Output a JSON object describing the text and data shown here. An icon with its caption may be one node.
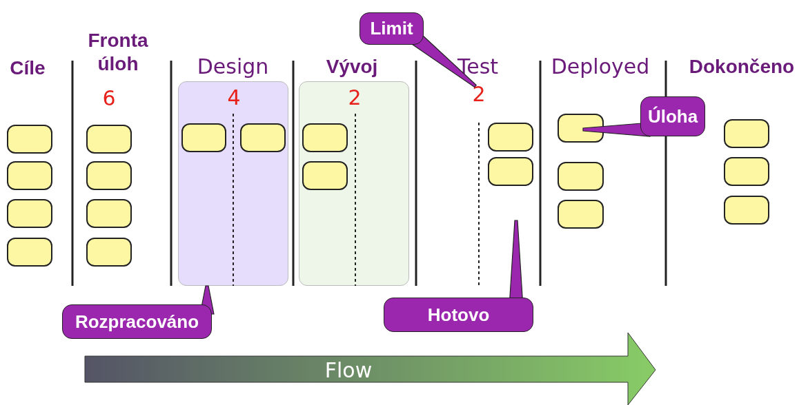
{
  "diagram": {
    "nodes": [
      {
        "text": [
          "Limit"
        ]
      },
      {
        "text": [],
        "shape": "box"
      },
      {
        "text": [],
        "shape": "box"
      },
      {
        "text": [],
        "shape": "box"
      },
      {
        "text": [],
        "shape": "box"
      },
      {
        "text": [],
        "shape": "box"
      },
      {
        "text": [],
        "shape": "box"
      },
      {
        "text": [],
        "shape": "box"
      },
      {
        "text": [],
        "shape": "box"
      },
      {
        "text": [
          "4"
        ]
      },
      {
        "text": [],
        "shape": "box",
        "in": 9
      },
      {
        "text": [],
        "shape": "box",
        "in": 9
      },
      {
        "text": [
          "2"
        ]
      },
      {
        "text": [],
        "shape": "box",
        "in": 12
      },
      {
        "text": [],
        "shape": "box",
        "in": 12
      },
      {
        "text": [
          "2"
        ]
      },
      {
        "text": [],
        "shape": "box"
      },
      {
        "text": [],
        "shape": "box"
      },
      {
        "text": [
          "Úloha"
        ]
      },
      {
        "text": [],
        "shape": "box"
      },
      {
        "text": [],
        "shape": "box"
      },
      {
        "text": [],
        "shape": "box"
      },
      {
        "text": [],
        "shape": "box"
      },
      {
        "text": [],
        "shape": "box"
      },
      {
        "text": [],
        "shape": "box"
      },
      {
        "text": [
          "Rozpracováno"
        ]
      },
      {
        "text": [
          "Hotovo"
        ]
      }
    ],
    "edges": [
      {
        "from": 0,
        "to": 15,
        "arrow": "none"
      },
      {
        "from": 18,
        "to": 19,
        "arrow": "none"
      },
      {
        "from": 25,
        "to": 9,
        "arrow": "none"
      },
      {
        "from": 26,
        "to": null,
        "arrow": "none"
      }
    ],
    "labels": [
      "Fronta úloh",
      "Cíle",
      "Design",
      "Vývoj",
      "Test",
      "Deployed",
      "Dokončeno",
      "6",
      "Flow"
    ]
  }
}
